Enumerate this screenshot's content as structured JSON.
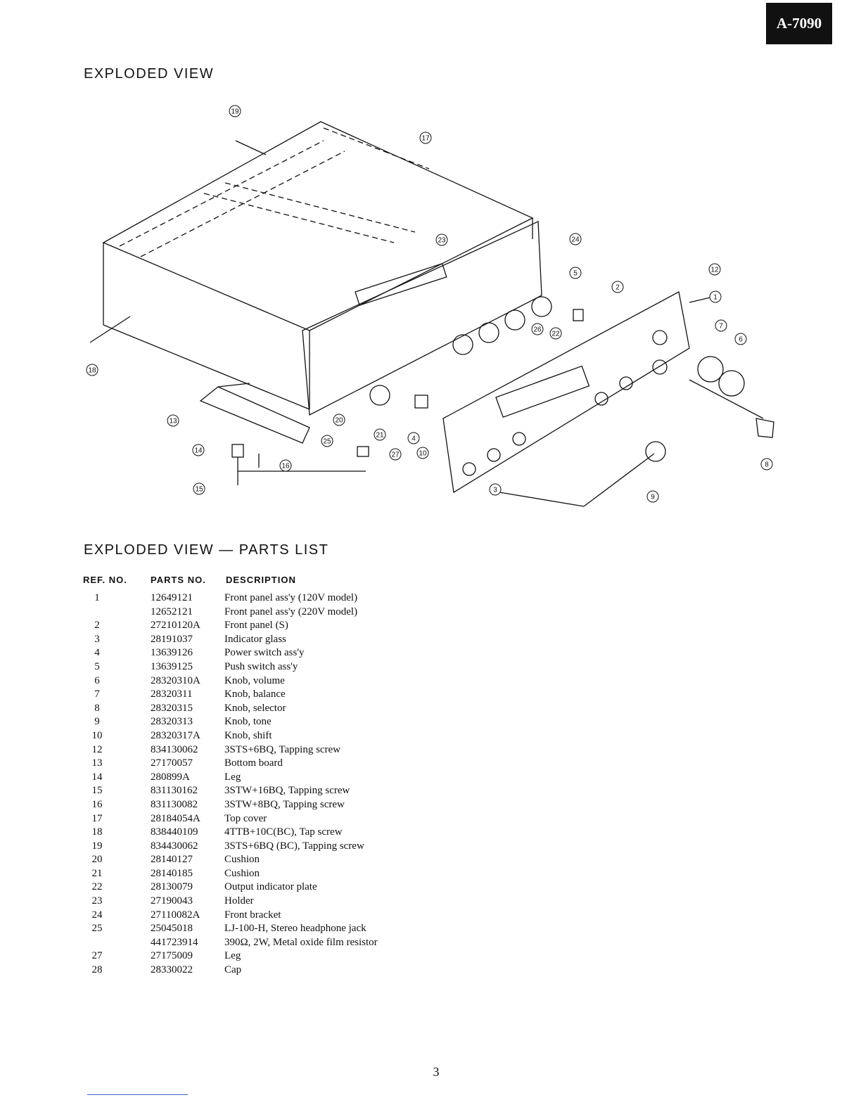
{
  "model": "A-7090",
  "section_title": "EXPLODED VIEW",
  "parts_list_title": "EXPLODED VIEW — PARTS LIST",
  "columns": {
    "ref": "REF. NO.",
    "part": "PARTS NO.",
    "desc": "DESCRIPTION"
  },
  "callouts": [
    "1",
    "2",
    "3",
    "4",
    "5",
    "6",
    "7",
    "8",
    "9",
    "10",
    "12",
    "13",
    "14",
    "15",
    "16",
    "17",
    "18",
    "19",
    "20",
    "21",
    "22",
    "23",
    "24",
    "25",
    "26",
    "27"
  ],
  "parts": [
    {
      "ref": "1",
      "part": "12649121",
      "desc": "Front panel ass'y (120V model)"
    },
    {
      "ref": "",
      "part": "12652121",
      "desc": "Front panel ass'y (220V model)"
    },
    {
      "ref": "2",
      "part": "27210120A",
      "desc": "Front panel (S)"
    },
    {
      "ref": "3",
      "part": "28191037",
      "desc": "Indicator glass"
    },
    {
      "ref": "4",
      "part": "13639126",
      "desc": "Power switch ass'y"
    },
    {
      "ref": "5",
      "part": "13639125",
      "desc": "Push switch ass'y"
    },
    {
      "ref": "6",
      "part": "28320310A",
      "desc": "Knob, volume"
    },
    {
      "ref": "7",
      "part": "28320311",
      "desc": "Knob, balance"
    },
    {
      "ref": "8",
      "part": "28320315",
      "desc": "Knob, selector"
    },
    {
      "ref": "9",
      "part": "28320313",
      "desc": "Knob, tone"
    },
    {
      "ref": "10",
      "part": "28320317A",
      "desc": "Knob, shift"
    },
    {
      "ref": "12",
      "part": "834130062",
      "desc": "3STS+6BQ, Tapping screw"
    },
    {
      "ref": "13",
      "part": "27170057",
      "desc": "Bottom board"
    },
    {
      "ref": "14",
      "part": "280899A",
      "desc": "Leg"
    },
    {
      "ref": "15",
      "part": "831130162",
      "desc": "3STW+16BQ, Tapping screw"
    },
    {
      "ref": "16",
      "part": "831130082",
      "desc": "3STW+8BQ, Tapping screw"
    },
    {
      "ref": "17",
      "part": "28184054A",
      "desc": "Top cover"
    },
    {
      "ref": "18",
      "part": "838440109",
      "desc": "4TTB+10C(BC), Tap screw"
    },
    {
      "ref": "19",
      "part": "834430062",
      "desc": "3STS+6BQ (BC), Tapping screw"
    },
    {
      "ref": "20",
      "part": "28140127",
      "desc": "Cushion"
    },
    {
      "ref": "21",
      "part": "28140185",
      "desc": "Cushion"
    },
    {
      "ref": "22",
      "part": "28130079",
      "desc": "Output indicator plate"
    },
    {
      "ref": "23",
      "part": "27190043",
      "desc": "Holder"
    },
    {
      "ref": "24",
      "part": "27110082A",
      "desc": "Front bracket"
    },
    {
      "ref": "25",
      "part": "25045018",
      "desc": "LJ-100-H, Stereo headphone jack"
    },
    {
      "ref": "",
      "part": "441723914",
      "desc": "390Ω, 2W, Metal oxide film resistor"
    },
    {
      "ref": "27",
      "part": "27175009",
      "desc": "Leg"
    },
    {
      "ref": "28",
      "part": "28330022",
      "desc": "Cap"
    }
  ],
  "page_number": "3"
}
